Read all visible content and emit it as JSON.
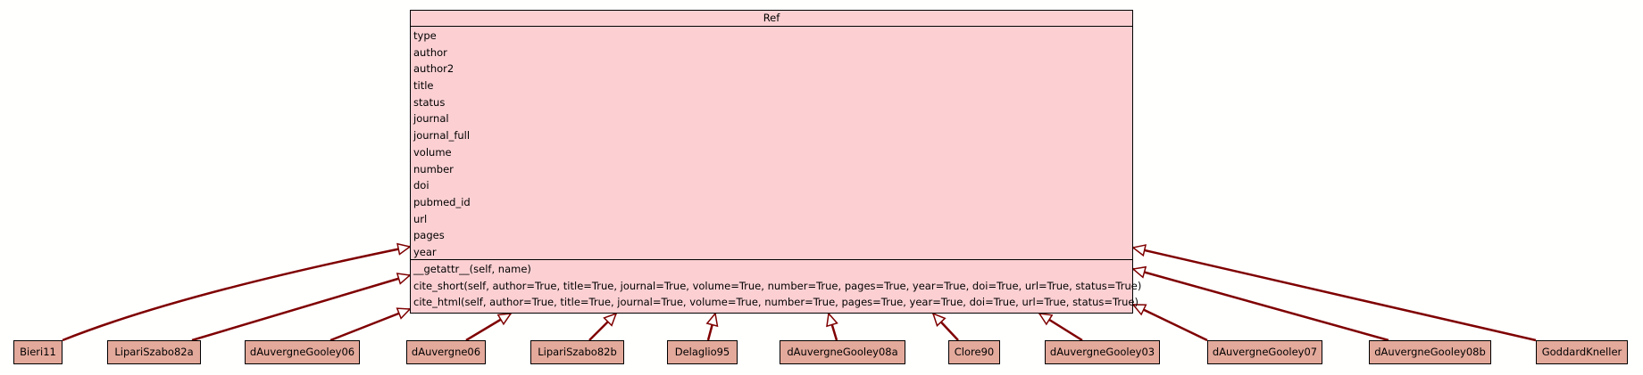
{
  "parent": {
    "name": "Ref",
    "attributes": [
      "type",
      "author",
      "author2",
      "title",
      "status",
      "journal",
      "journal_full",
      "volume",
      "number",
      "doi",
      "pubmed_id",
      "url",
      "pages",
      "year"
    ],
    "methods": [
      "__getattr__(self, name)",
      "cite_short(self, author=True, title=True, journal=True, volume=True, number=True, pages=True, year=True, doi=True, url=True, status=True)",
      "cite_html(self, author=True, title=True, journal=True, volume=True, number=True, pages=True, year=True, doi=True, url=True, status=True)"
    ]
  },
  "children": [
    "Bieri11",
    "LipariSzabo82a",
    "dAuvergneGooley06",
    "dAuvergne06",
    "LipariSzabo82b",
    "Delaglio95",
    "dAuvergneGooley08a",
    "Clore90",
    "dAuvergneGooley03",
    "dAuvergneGooley07",
    "dAuvergneGooley08b",
    "GoddardKneller"
  ],
  "colors": {
    "parent_fill": "#fcd0d3",
    "child_fill": "#e3a99b",
    "edge": "#7f0000",
    "border": "#000000"
  }
}
